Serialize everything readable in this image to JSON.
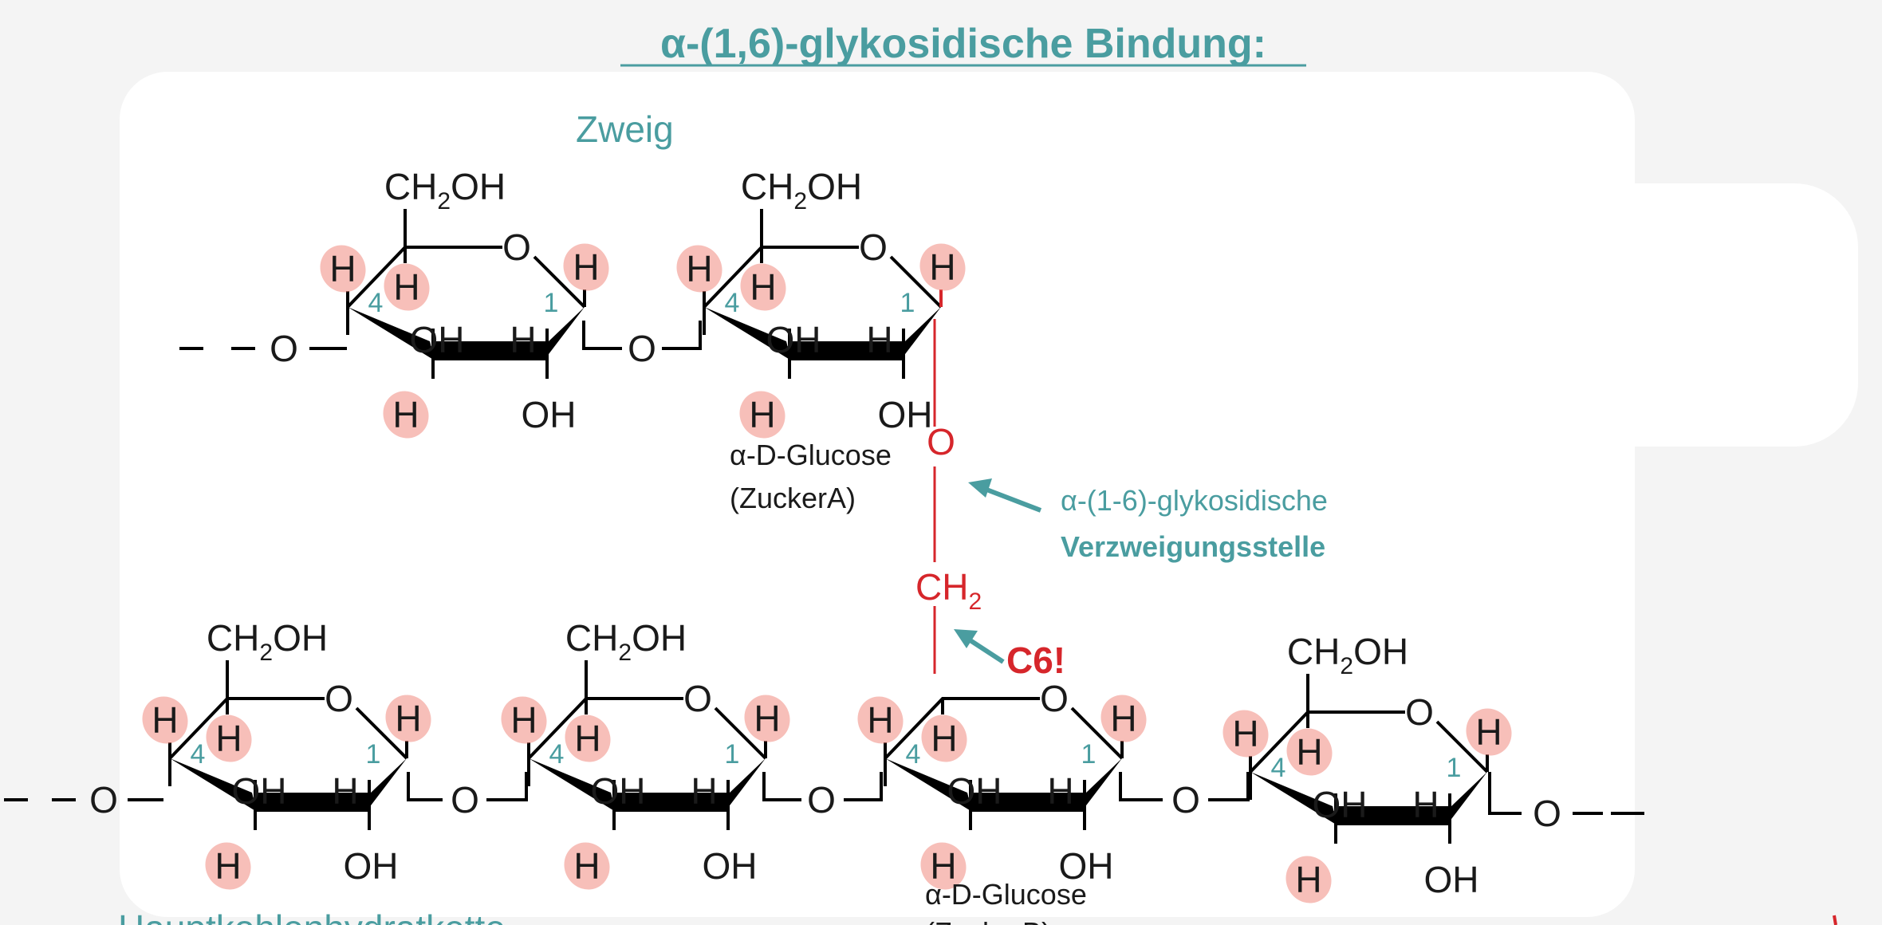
{
  "title": "α-(1,6)-glykosidische Bindung:",
  "labels": {
    "branch": "Zweig",
    "main_chain": "Hauptkohlenhydratkette",
    "sugar_a_name": "α-D-Glucose",
    "sugar_a_id": "(ZuckerA)",
    "sugar_b_name": "α-D-Glucose",
    "sugar_b_id": "(ZuckerB)",
    "branch_point_line1": "α-(1-6)-glykosidische",
    "branch_point_line2": "Verzweigungsstelle",
    "c6_callout": "C6!"
  },
  "atoms": {
    "ch2oh_main": "CH",
    "ch2oh_sub": "2",
    "ch2oh_tail": "OH",
    "ring_o": "O",
    "h": "H",
    "oh": "OH",
    "bridge_o": "O",
    "ch2_main": "CH",
    "ch2_sub": "2"
  },
  "ring_numbers": {
    "c4": "4",
    "c1": "1"
  },
  "colors": {
    "accent_teal": "#4a9da0",
    "link_red": "#d6262b",
    "highlight": "#f08a80",
    "bond": "#000000"
  }
}
